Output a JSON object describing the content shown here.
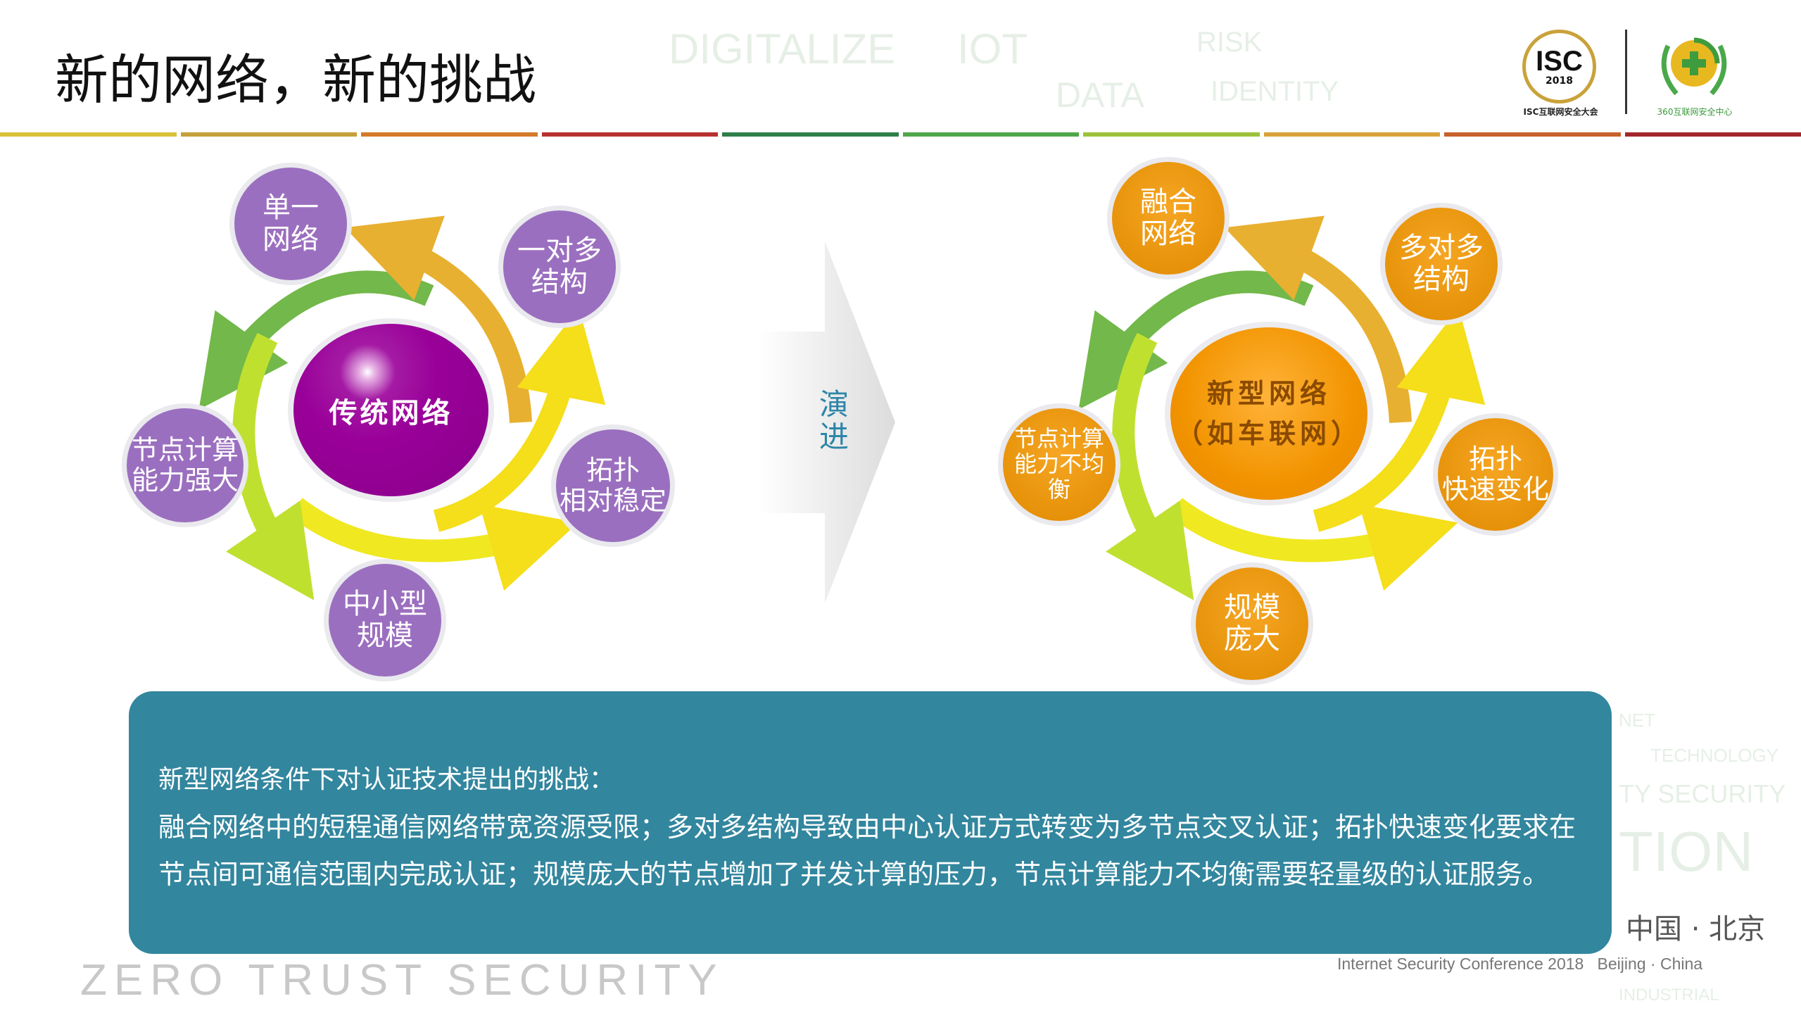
{
  "title": "新的网络，新的挑战",
  "header_rule_colors": [
    "#d9c23a",
    "#c6a13a",
    "#d57a2a",
    "#b7312f",
    "#2e7f4a",
    "#4fa74a",
    "#9bc23a",
    "#d9a23a",
    "#c8602a",
    "#a4262c"
  ],
  "logos": {
    "isc": {
      "mark": "ISC",
      "year": "2018",
      "caption": "ISC互联网安全大会"
    },
    "qihoo": {
      "caption": "360互联网安全中心"
    }
  },
  "watermarks": [
    "DIGITALIZE",
    "IOT",
    "DATA",
    "RISK",
    "IDENTITY",
    "NET",
    "TECHNOLOGY",
    "TY SECURITY",
    "TION",
    "INDUSTRIAL"
  ],
  "left_diagram": {
    "center": "传统网络",
    "nodes": [
      {
        "label": "单一\n网络"
      },
      {
        "label": "一对多\n结构"
      },
      {
        "label": "节点计算\n能力强大"
      },
      {
        "label": "拓扑\n相对稳定"
      },
      {
        "label": "中小型\n规模"
      }
    ]
  },
  "evolve_label": "演进",
  "right_diagram": {
    "center_line1": "新型网络",
    "center_line2": "（如车联网）",
    "nodes": [
      {
        "label": "融合\n网络"
      },
      {
        "label": "多对多\n结构"
      },
      {
        "label": "节点计算\n能力不均\n衡"
      },
      {
        "label": "拓扑\n快速变化"
      },
      {
        "label": "规模\n庞大"
      }
    ]
  },
  "challenge_box": {
    "heading": "新型网络条件下对认证技术提出的挑战：",
    "body": "融合网络中的短程通信网络带宽资源受限；多对多结构导致由中心认证方式转变为多节点交叉认证；拓扑快速变化要求在节点间可通信范围内完成认证；规模庞大的节点增加了并发计算的压力，节点计算能力不均衡需要轻量级的认证服务。",
    "color": "#32869e"
  },
  "footer": {
    "zero_trust": "ZERO TRUST SECURITY",
    "city": "中国 · 北京",
    "conference": "Internet Security Conference 2018   Beijing · China"
  }
}
